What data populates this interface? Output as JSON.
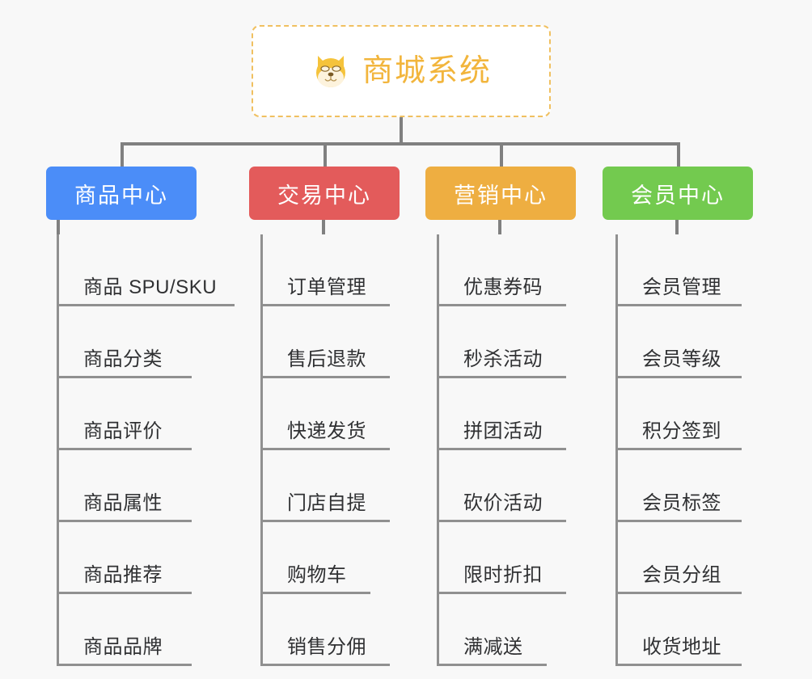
{
  "background_color": "#f8f8f8",
  "root": {
    "title": "商城系统",
    "icon": "dog-face-emoji",
    "icon_glyph": "🐶",
    "text_color": "#f2b53c",
    "border_color": "#f0c060"
  },
  "branches": [
    {
      "id": "product-center",
      "label": "商品中心",
      "color": "#4b8df8",
      "items": [
        "商品 SPU/SKU",
        "商品分类",
        "商品评价",
        "商品属性",
        "商品推荐",
        "商品品牌"
      ]
    },
    {
      "id": "trade-center",
      "label": "交易中心",
      "color": "#e35b5b",
      "items": [
        "订单管理",
        "售后退款",
        "快递发货",
        "门店自提",
        "购物车",
        "销售分佣"
      ]
    },
    {
      "id": "marketing-center",
      "label": "营销中心",
      "color": "#eeae41",
      "items": [
        "优惠券码",
        "秒杀活动",
        "拼团活动",
        "砍价活动",
        "限时折扣",
        "满减送"
      ]
    },
    {
      "id": "member-center",
      "label": "会员中心",
      "color": "#73ca4f",
      "items": [
        "会员管理",
        "会员等级",
        "积分签到",
        "会员标签",
        "会员分组",
        "收货地址"
      ]
    }
  ],
  "connector_color": "#808080"
}
